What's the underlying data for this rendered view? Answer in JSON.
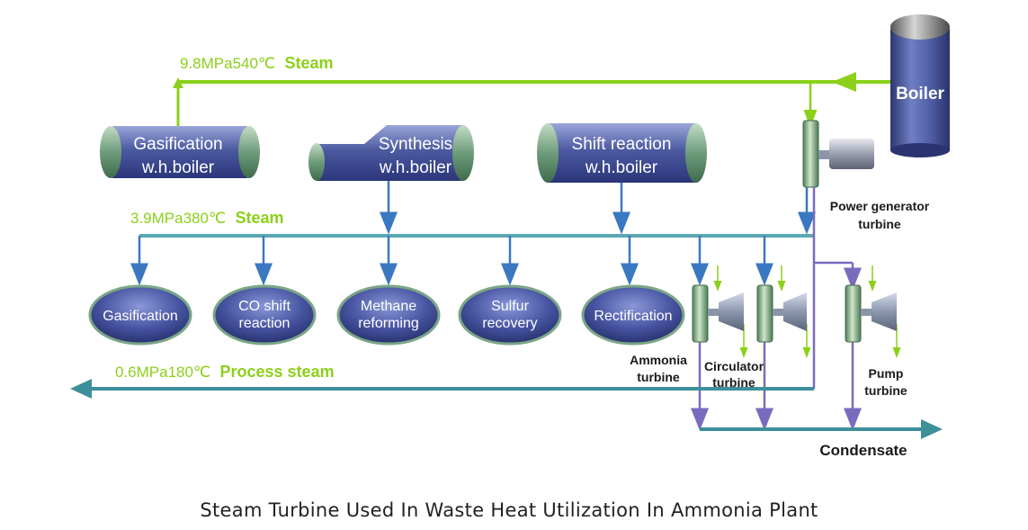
{
  "title": "Steam Turbine Used In Waste Heat Utilization In Ammonia Plant",
  "steam_lines": {
    "high": {
      "pressure": "9.8MPa540℃",
      "label": "Steam"
    },
    "medium": {
      "pressure": "3.9MPa380℃",
      "label": "Steam"
    },
    "low": {
      "pressure": "0.6MPa180℃",
      "label": "Process steam"
    }
  },
  "boiler": {
    "label": "Boiler"
  },
  "heat_boilers": [
    {
      "line1": "Gasification",
      "line2": "w.h.boiler"
    },
    {
      "line1": "Synthesis",
      "line2": "w.h.boiler"
    },
    {
      "line1": "Shift reaction",
      "line2": "w.h.boiler"
    }
  ],
  "consumers": [
    {
      "line1": "Gasification",
      "line2": ""
    },
    {
      "line1": "CO shift",
      "line2": "reaction"
    },
    {
      "line1": "Methane",
      "line2": "reforming"
    },
    {
      "line1": "Sulfur",
      "line2": "recovery"
    },
    {
      "line1": "Rectification",
      "line2": ""
    }
  ],
  "turbines": {
    "power_generator": {
      "line1": "Power generator",
      "line2": "turbine"
    },
    "ammonia": {
      "line1": "Ammonia",
      "line2": "turbine"
    },
    "circulator": {
      "line1": "Circulator",
      "line2": "turbine"
    },
    "pump": {
      "line1": "Pump",
      "line2": "turbine"
    }
  },
  "condensate": {
    "label": "Condensate"
  },
  "colors": {
    "high_steam": "#8cd01a",
    "medium_steam": "#5aa6b5",
    "low_steam": "#3d8f9a",
    "feed_arrow": "#3a78c2",
    "exhaust": "#7b6bbf",
    "vessel": "#4c5aa0",
    "vessel_end": "#7aa686"
  }
}
